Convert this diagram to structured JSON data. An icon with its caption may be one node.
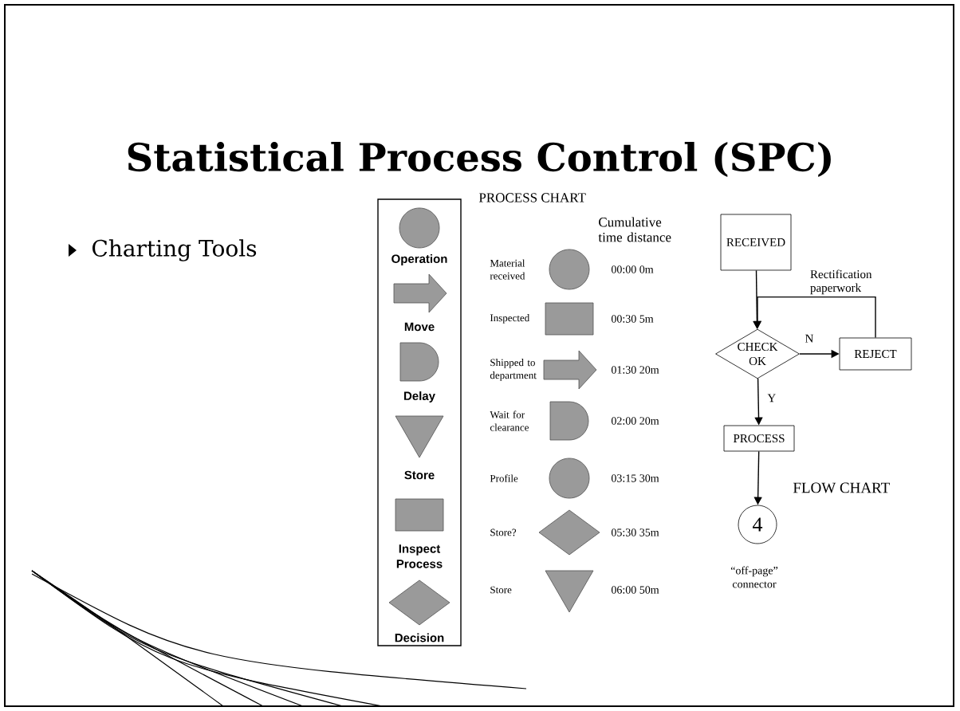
{
  "diagram": {
    "title": "Statistical Process Control (SPC)",
    "nodes": [
      {
        "text": [],
        "shape": "box"
      },
      {
        "text": [
          "Operation"
        ],
        "in": 0
      },
      {
        "text": [
          "Move"
        ],
        "in": 0
      },
      {
        "text": [
          "Delay"
        ],
        "in": 0
      },
      {
        "text": [
          "Store"
        ],
        "in": 0
      },
      {
        "text": [
          "Inspect Process"
        ],
        "in": 0
      },
      {
        "text": [
          "Decision"
        ],
        "in": 0
      },
      {
        "text": [],
        "shape": "circle",
        "beside": [
          "Material received",
          "00:00 0m"
        ]
      },
      {
        "text": [],
        "shape": "box",
        "beside": [
          "Inspected",
          "00:30 5m"
        ]
      },
      {
        "text": [],
        "shape": "arrow",
        "beside": [
          "Shipped to department",
          "01:30 20m"
        ]
      },
      {
        "text": [],
        "shape": "delay",
        "beside": [
          "Wait for clearance",
          "02:00 20m"
        ]
      },
      {
        "text": [],
        "shape": "circle",
        "beside": [
          "Profile",
          "03:15 30m"
        ]
      },
      {
        "text": [],
        "shape": "diamond",
        "beside": [
          "Store?",
          "05:30 35m"
        ]
      },
      {
        "text": [],
        "shape": "triangle",
        "beside": [
          "Store",
          "06:00 50m"
        ]
      },
      {
        "text": [
          "RECEIVED"
        ]
      },
      {
        "text": [
          "CHECK OK"
        ]
      },
      {
        "text": [
          "REJECT"
        ]
      },
      {
        "text": [
          "PROCESS"
        ]
      },
      {
        "text": [
          "4"
        ],
        "beside": [
          "“off-page” connector"
        ]
      }
    ],
    "edges": [
      {
        "from": 14,
        "to": 15,
        "arrow": "to"
      },
      {
        "from": 15,
        "to": 16,
        "arrow": "to",
        "label": "N"
      },
      {
        "from": 16,
        "to": 15,
        "arrow": "to",
        "label": "Rectification paperwork"
      },
      {
        "from": 15,
        "to": 17,
        "arrow": "to",
        "label": "Y"
      },
      {
        "from": 17,
        "to": 18,
        "arrow": "to"
      }
    ],
    "labels": [
      "Charting Tools",
      "PROCESS CHART",
      "Cumulative time distance",
      "FLOW CHART"
    ]
  }
}
